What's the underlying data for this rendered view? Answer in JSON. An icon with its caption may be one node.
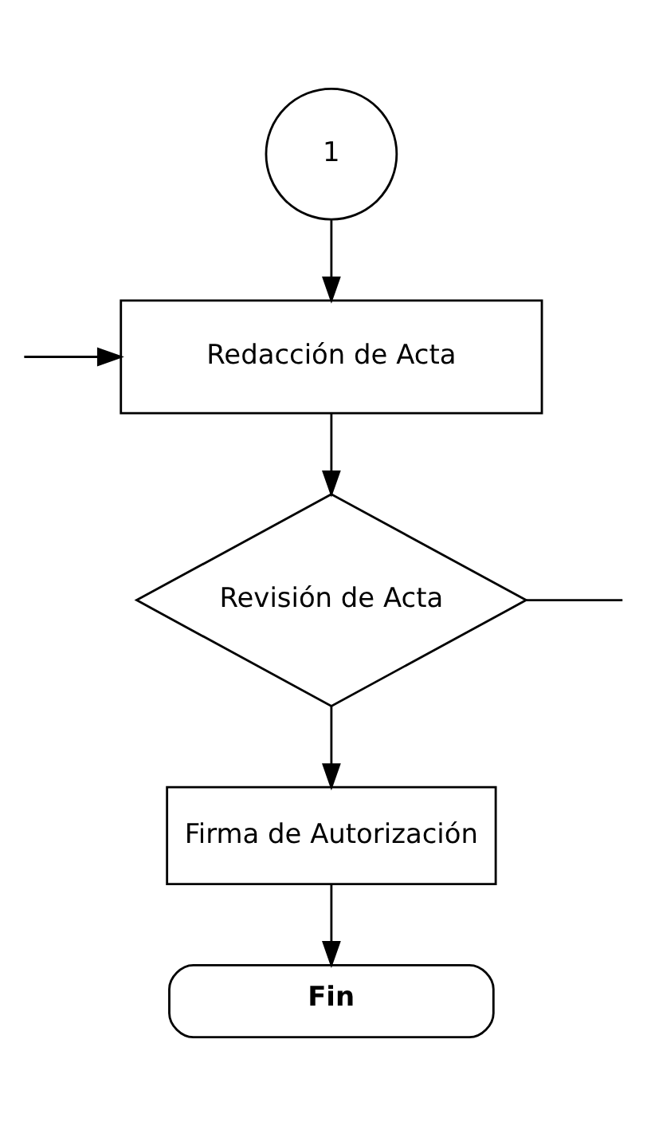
{
  "diagram": {
    "nodes": [
      {
        "text": [
          "1"
        ]
      },
      {
        "text": [
          "Redacción de Acta"
        ]
      },
      {
        "text": [
          "Revisión de Acta"
        ]
      },
      {
        "text": [
          "Firma de Autorización"
        ]
      },
      {
        "text": [
          "Fin"
        ]
      }
    ],
    "edges": [
      {
        "from": 0,
        "to": 1,
        "arrow": "to"
      },
      {
        "from": null,
        "to": 1,
        "arrow": "to"
      },
      {
        "from": 1,
        "to": 2,
        "arrow": "to"
      },
      {
        "from": 2,
        "to": null,
        "arrow": "none"
      },
      {
        "from": 2,
        "to": 3,
        "arrow": "to"
      },
      {
        "from": 3,
        "to": 4,
        "arrow": "to"
      }
    ]
  }
}
